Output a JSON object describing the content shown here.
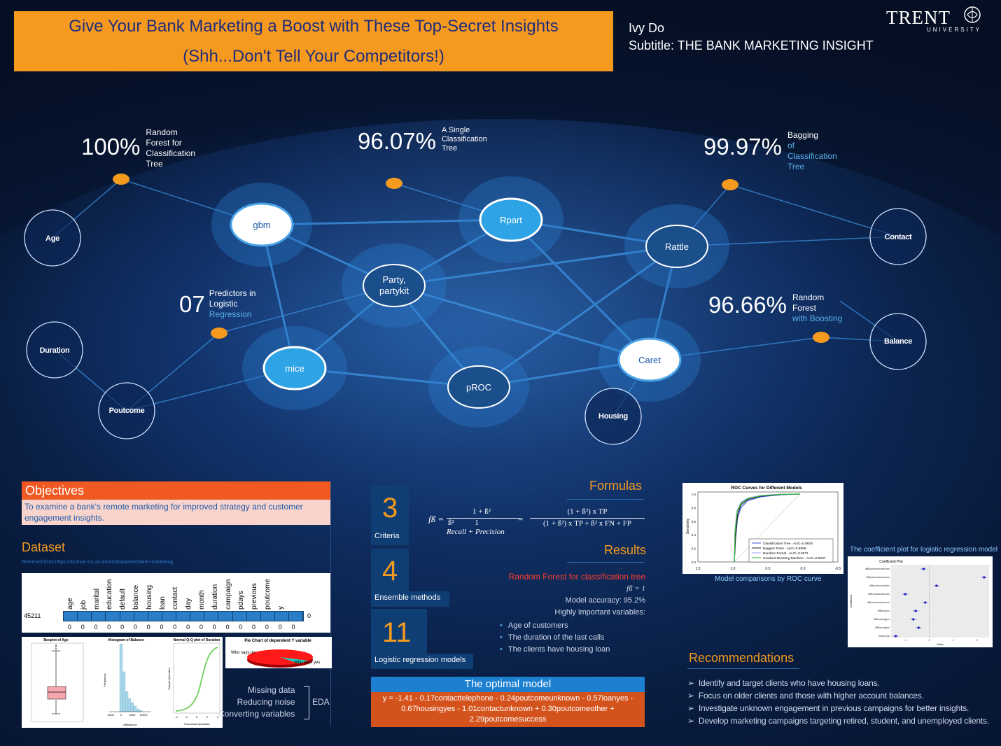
{
  "header": {
    "title_line1": "Give Your Bank Marketing a Boost with These Top-Secret Insights",
    "title_line2": "(Shh...Don't Tell Your Competitors!)",
    "author": "Ivy Do",
    "subtitle": "Subtitle: THE BANK MARKETING INSIGHT",
    "logo_main": "TRENT",
    "logo_sub": "UNIVERSITY"
  },
  "network": {
    "packages": [
      {
        "label": "gbm"
      },
      {
        "label": "Rpart"
      },
      {
        "label": "Rattle"
      },
      {
        "label": "Party,\npartykit"
      },
      {
        "label": "mice"
      },
      {
        "label": "pROC"
      },
      {
        "label": "Caret"
      }
    ],
    "variables": [
      {
        "label": "Age"
      },
      {
        "label": "Duration"
      },
      {
        "label": "Poutcome"
      },
      {
        "label": "Housing"
      },
      {
        "label": "Contact"
      },
      {
        "label": "Balance"
      }
    ],
    "stats": [
      {
        "value": "100%",
        "line1": "Random",
        "line2": "Forest for",
        "line3": "Classification",
        "line4": "Tree"
      },
      {
        "value": "96.07%",
        "line1": "A Single",
        "line2": "Classification",
        "line3": "Tree"
      },
      {
        "value": "99.97%",
        "line1": "Bagging",
        "line2": "of",
        "line3": "Classification",
        "line4": "Tree"
      },
      {
        "value": "07",
        "line1": "Predictors in",
        "line2": "Logistic",
        "line3": "Regression"
      },
      {
        "value": "96.66%",
        "line1": "Random",
        "line2": "Forest",
        "line3": "with Boosting"
      }
    ]
  },
  "objectives": {
    "title": "Objectives",
    "text": "To examine a bank's remote marketing for improved strategy and customer engagement insights."
  },
  "dataset": {
    "title": "Dataset",
    "source": "Retrieved from https://archive.ics.uci.edu/ml/datasets/bank+marketing",
    "row_count": "45211",
    "columns": [
      "age",
      "job",
      "marital",
      "education",
      "default",
      "balance",
      "housing",
      "loan",
      "contact",
      "day",
      "month",
      "duration",
      "campaign",
      "pdays",
      "previous",
      "poutcome",
      "y"
    ],
    "missing": [
      "0",
      "0",
      "0",
      "0",
      "0",
      "0",
      "0",
      "0",
      "0",
      "0",
      "0",
      "0",
      "0",
      "0",
      "0",
      "0",
      "0",
      "0"
    ],
    "end_value": "0"
  },
  "eda": {
    "chart1_title": "Boxplot of Age",
    "chart2_title": "Histogram of Balance",
    "chart2_xlabel": "df$balance",
    "chart2_ylabel": "Frequency",
    "chart3_title": "Normal Q-Q plot of Duration",
    "chart3_xlabel": "Theoretical Quantiles",
    "chart3_ylabel": "Sample Quantiles",
    "pie_title": "Pie Chart of dependent Y variable",
    "pie_label_no": "Who says no",
    "pie_label_yes": "Who says yes",
    "steps": [
      "Missing data",
      "Reducing noise",
      "Converting variables"
    ],
    "tag": "EDA",
    "chart2_x_ticks": [
      "-5000",
      "0",
      "5000",
      "10000"
    ],
    "chart3_x_ticks": [
      "-4",
      "-2",
      "0",
      "2",
      "4"
    ]
  },
  "counts": [
    {
      "number": "3",
      "label": "Criteria"
    },
    {
      "number": "4",
      "label": "Ensemble methods"
    },
    {
      "number": "11",
      "label": "Logistic regression models"
    }
  ],
  "formulas": {
    "title": "Formulas",
    "lhs": "fß =",
    "num1": "1 + ß²",
    "den1a": "ß²",
    "den1b": "Recall",
    "plus": "+",
    "den1c": "1",
    "den1d": "Precision",
    "eq": "=",
    "num2": "(1 + ß²) x TP",
    "den2": "(1 + ß²) x TP + ß² x FN + FP"
  },
  "results": {
    "title": "Results",
    "highlight": "Random Forest for classification tree",
    "beta": "fß = 1",
    "accuracy": "Model accuracy: 95.2%",
    "variables_title": "Highly important variables:",
    "variables": [
      "Age of customers",
      "The duration of the last calls",
      "The clients have housing loan"
    ]
  },
  "optimal": {
    "title": "The optimal model",
    "equation": "y = -1.41 - 0.17contacttelephone - 0.24poutcomeunknown - 0.57loanyes - 0.67housingyes - 1.01contactunknown + 0.30poutcomeother + 2.29poutcomesuccess"
  },
  "roc": {
    "title": "ROC Curves for Different Models",
    "ylabel": "Sensitivity",
    "legend": [
      {
        "label": "Classification Tree - AUC=0.8918",
        "color": "#3b57e0"
      },
      {
        "label": "Bagged Trees - AUC=0.9058",
        "color": "#222222"
      },
      {
        "label": "Random Forest - AUC=0.9271",
        "color": "#a0a0ff"
      },
      {
        "label": "Gradient Boosting Machine - AUC=0.9207",
        "color": "#34c034"
      }
    ],
    "x_ticks": [
      "1.5",
      "1.0",
      "0.5",
      "0.0",
      "-0.5"
    ],
    "y_ticks": [
      "1.0",
      "0.8",
      "0.6",
      "0.4",
      "0.2",
      "0.0"
    ],
    "caption": "Model comparisons by ROC curve"
  },
  "coef": {
    "caption": "The coefficient plot for logistic regression model",
    "title": "Coefficient Plot",
    "ylabel": "Coefficient",
    "xlabel": "Value",
    "terms": [
      "df$poutcomeunknown",
      "df$poutcomesuccess",
      "df$poutcomeother",
      "df$contactunknown",
      "df$contacttelephone",
      "df$loanyes",
      "df$housingyes",
      "df$maritalyes",
      "(Intercept)"
    ],
    "values": [
      -0.24,
      2.29,
      0.3,
      -1.01,
      -0.17,
      -0.57,
      -0.67,
      -0.45,
      -1.41
    ],
    "x_ticks": [
      "-1",
      "0",
      "1",
      "2"
    ]
  },
  "recommendations": {
    "title": "Recommendations",
    "items": [
      "Identify and target clients who have housing loans.",
      "Focus on older clients and those with higher account balances.",
      "Investigate unknown engagement in previous campaigns for better insights.",
      "Develop marketing campaigns targeting retired, student, and unemployed clients."
    ]
  },
  "colors": {
    "title_bg": "#f6991f",
    "title_text": "#1f2d7a",
    "accent_orange": "#f39a1f",
    "accent_blue": "#1d7fd0",
    "objective_bar": "#f05a22"
  }
}
